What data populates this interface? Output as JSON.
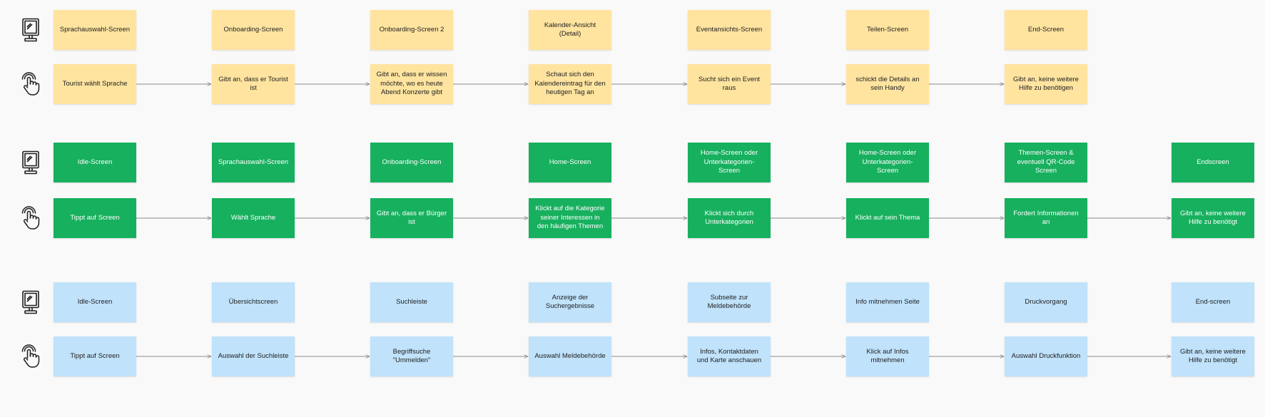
{
  "colors": {
    "yellow": "#ffe4a0",
    "green": "#17b05e",
    "blue": "#c0e2fb",
    "dark_text": "#1e1e1e",
    "light_text": "#ffffff",
    "arrow": "#8c8c8c",
    "icon": "#1e1e1e"
  },
  "lanes": [
    {
      "theme": "yellow",
      "screen_icon": "kiosk-screen-icon",
      "action_icon": "tap-hand-icon",
      "screens": [
        "Sprachauswahl-Screen",
        "Onboarding-Screen",
        "Onboarding-Screen 2",
        "Kalender-Ansicht (Detail)",
        "Eventansichts-Screen",
        "Teilen-Screen",
        "End-Screen"
      ],
      "actions": [
        "Tourist wählt Sprache",
        "Gibt an, dass er Tourist ist",
        "Gibt an, dass er wissen möchte, wo es heute Abend Konzerte gibt",
        "Schaut sich den Kalendereintrag für den heutigen Tag an",
        "Sucht sich ein Event raus",
        "schickt die Details an sein Handy",
        "Gibt an, keine weitere Hilfe zu benötigen"
      ]
    },
    {
      "theme": "green",
      "screen_icon": "kiosk-screen-icon",
      "action_icon": "tap-hand-icon",
      "screens": [
        "Idle-Screen",
        "Sprachauswahl-Screen",
        "Onboarding-Screen",
        "Home-Screen",
        "Home-Screen oder Unterkategorien-Screen",
        "Home-Screen oder Unterkategorien-Screen",
        "Themen-Screen & eventuell QR-Code Screen",
        "Endscreen"
      ],
      "actions": [
        "Tippt auf Screen",
        "Wählt Sprache",
        "Gibt an, dass er Bürger ist",
        "Klickt auf die Kategorie seiner Interessen in den häufigen Themen",
        "Klickt sich durch Unterkategorien",
        "Klickt auf sein Thema",
        "Fordert Informationen an",
        "Gibt an, keine weitere Hilfe zu benötigt"
      ]
    },
    {
      "theme": "blue",
      "screen_icon": "kiosk-screen-icon",
      "action_icon": "tap-hand-icon",
      "screens": [
        "Idle-Screen",
        "Übersichtscreen",
        "Suchleiste",
        "Anzeige der Suchergebnisse",
        "Subseite zur Meldebehörde",
        "Info mitnehmen Seite",
        "Druckvorgang",
        "End-screen"
      ],
      "actions": [
        "Tippt auf Screen",
        "Auswahl der Suchleiste",
        "Begriffsuche \"Ummelden\"",
        "Auswahl Meldebehörde",
        "Infos, Kontaktdaten und Karte anschauen",
        "Klick auf Infos mitnehmen",
        "Auswahl Druckfunktion",
        "Gibt an, keine weitere Hilfe zu benötigt"
      ]
    }
  ]
}
